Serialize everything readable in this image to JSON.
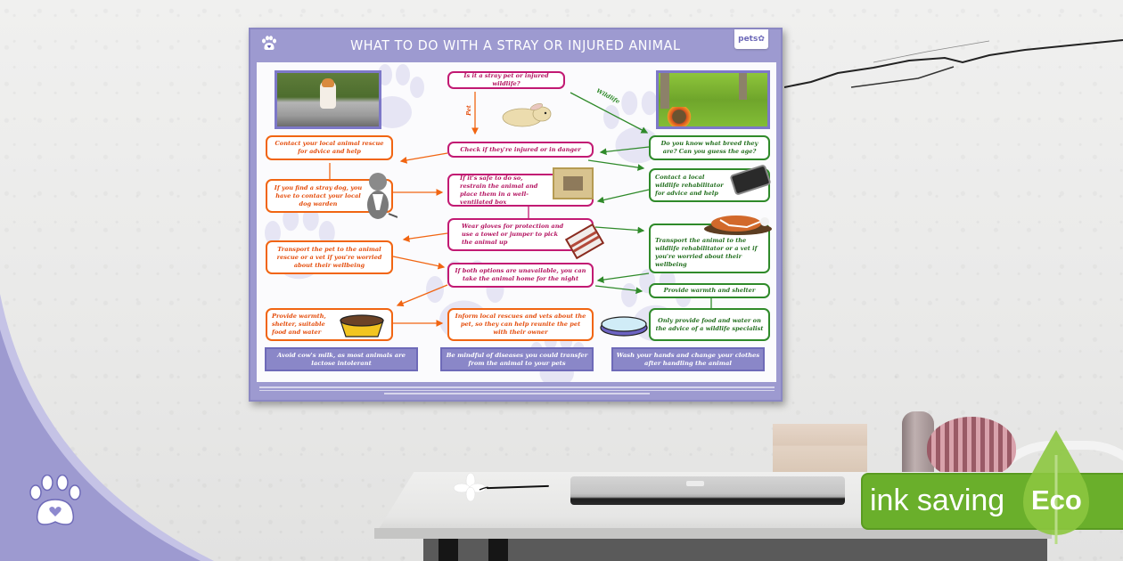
{
  "poster": {
    "title": "WHAT TO DO WITH A STRAY OR INJURED ANIMAL",
    "logo": "pets✿",
    "branches": {
      "pet": "Pet",
      "wildlife": "Wildlife"
    },
    "center": [
      "Is it a stray pet or injured wildlife?",
      "Check if they're injured or in danger",
      "If it's safe to do so, restrain the animal and place them in a well-ventilated box",
      "Wear gloves for protection and use a towel or jumper to pick the animal up",
      "If both options are unavailable, you can take the animal home for the night",
      "Inform local rescues and vets about the pet, so they can help reunite the pet with their owner"
    ],
    "pet_steps": [
      "Contact your local animal rescue for advice and help",
      "If you find a stray dog, you have to contact your local dog warden",
      "Transport the pet to the animal rescue or a vet if you're worried about their wellbeing",
      "Provide warmth, shelter, suitable food and water"
    ],
    "wildlife_steps": [
      "Do you know what breed they are? Can you guess the age?",
      "Contact a local wildlife rehabilitator for advice and help",
      "Transport the animal to the wildlife rehabilitator or a vet if you're worried about their wellbeing",
      "Provide warmth and shelter",
      "Only provide food and water on the advice of a wildlife specialist"
    ],
    "tips": [
      "Avoid cow's milk, as most animals are lactose intolerant",
      "Be mindful of diseases you could transfer from the animal to your pets",
      "Wash your hands and change your clothes after handling the animal"
    ],
    "images": {
      "cat_photo": "cat-on-wall-photo",
      "hedgehog_photo": "hedgehog-in-grass-photo",
      "rabbit": "rabbit-illustration",
      "dog": "puppy-illustration",
      "box": "cardboard-box-illustration",
      "phone": "smartphone-illustration",
      "towel": "folded-towel-illustration",
      "fox": "injured-fox-illustration",
      "food_bowl": "food-bowl-illustration",
      "water_bowl": "water-bowl-illustration"
    },
    "colors": {
      "frame": "#9d9ad0",
      "pink": "#c21a73",
      "orange": "#f16512",
      "green": "#2f8a2a",
      "tip_bg": "#8a87c8"
    }
  },
  "badge": {
    "text": "ink saving",
    "label": "Eco",
    "color": "#6aaf2b"
  },
  "corner": {
    "icon": "paw-heart-icon",
    "color": "#9d9ad0"
  }
}
